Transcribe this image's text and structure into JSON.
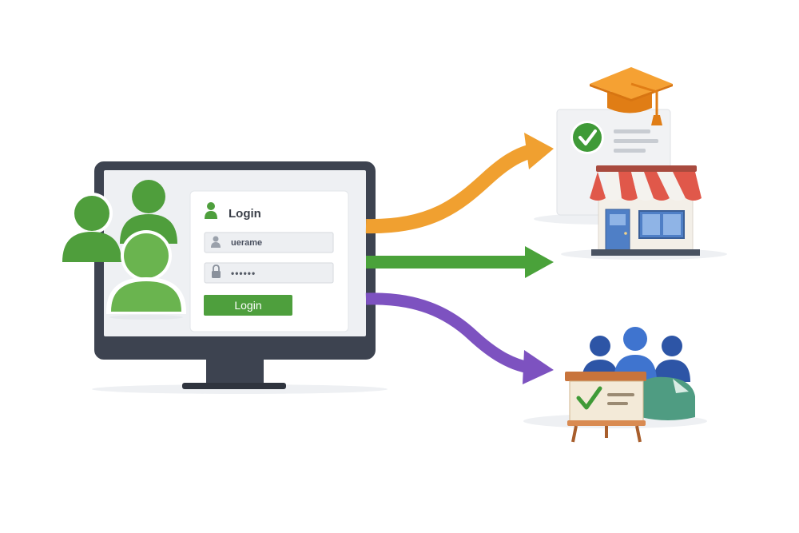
{
  "login": {
    "title": "Login",
    "username_value": "uerame",
    "password_mask": "••••••",
    "button_label": "Login"
  },
  "colors": {
    "user_green": "#4f9e3c",
    "user_green_light": "#6ab44f",
    "arrow_orange": "#f0a030",
    "arrow_green": "#4aa23a",
    "arrow_purple": "#7d52c0",
    "monitor_frame": "#3d4350",
    "button_green": "#4e9f3d",
    "check_green": "#3f9a37",
    "cap_orange": "#f08c1e",
    "awning_red": "#e0584a",
    "people_blue": "#3a64b4",
    "board_wood": "#d98b52"
  },
  "icons": [
    "users-icon",
    "login-user-icon",
    "username-person-icon",
    "password-lock-icon",
    "graduation-cap-icon",
    "certificate-check-icon",
    "storefront-icon",
    "group-people-icon",
    "checklist-board-icon",
    "bag-icon"
  ]
}
